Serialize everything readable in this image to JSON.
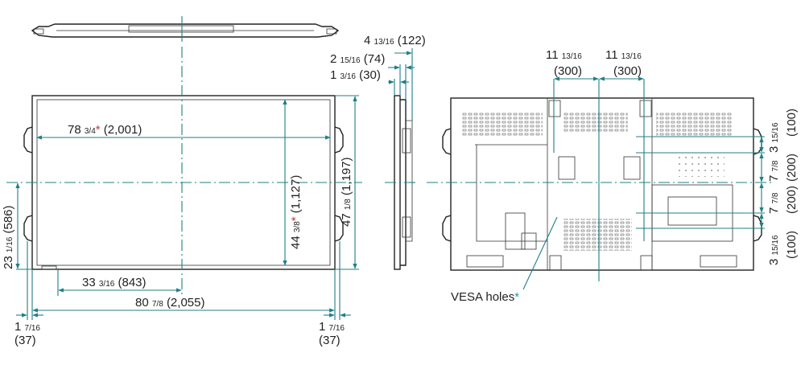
{
  "colors": {
    "dimension_line": "#1f7f86",
    "outline": "#222222",
    "asterisk_red": "#d0323a",
    "asterisk_teal": "#1f9aa6"
  },
  "front": {
    "screen_width": {
      "whole": "78",
      "frac": "3/4",
      "star": "*",
      "mm": "(2,001)"
    },
    "screen_height": {
      "whole": "44",
      "frac": "3/8",
      "star": "*",
      "mm": "(1,127)"
    },
    "overall_height": {
      "whole": "47",
      "frac": "1/8",
      "mm": "(1,197)"
    },
    "overall_width": {
      "whole": "80",
      "frac": "7/8",
      "mm": "(2,055)"
    },
    "center_offset": {
      "whole": "33",
      "frac": "3/16",
      "mm": "(843)"
    },
    "center_height": {
      "whole": "23",
      "frac": "1/16",
      "mm": "(586)"
    },
    "left_margin": {
      "whole": "1",
      "frac": "7/16",
      "mm": "(37)"
    },
    "right_margin": {
      "whole": "1",
      "frac": "7/16",
      "mm": "(37)"
    }
  },
  "side": {
    "depth_total": {
      "whole": "4",
      "frac": "13/16",
      "mm": "(122)"
    },
    "depth_mid": {
      "whole": "2",
      "frac": "15/16",
      "mm": "(74)"
    },
    "depth_thin": {
      "whole": "1",
      "frac": "3/16",
      "mm": "(30)"
    }
  },
  "rear": {
    "vesa_left": {
      "whole": "11",
      "frac": "13/16",
      "mm": "(300)"
    },
    "vesa_right": {
      "whole": "11",
      "frac": "13/16",
      "mm": "(300)"
    },
    "vert_1": {
      "whole": "3",
      "frac": "15/16",
      "mm": "(100)"
    },
    "vert_2": {
      "whole": "7",
      "frac": "7/8",
      "mm": "(200)"
    },
    "vert_3": {
      "whole": "7",
      "frac": "7/8",
      "mm": "(200)"
    },
    "vert_4": {
      "whole": "3",
      "frac": "15/16",
      "mm": "(100)"
    },
    "vesa_label": "VESA holes",
    "vesa_star": "*"
  }
}
